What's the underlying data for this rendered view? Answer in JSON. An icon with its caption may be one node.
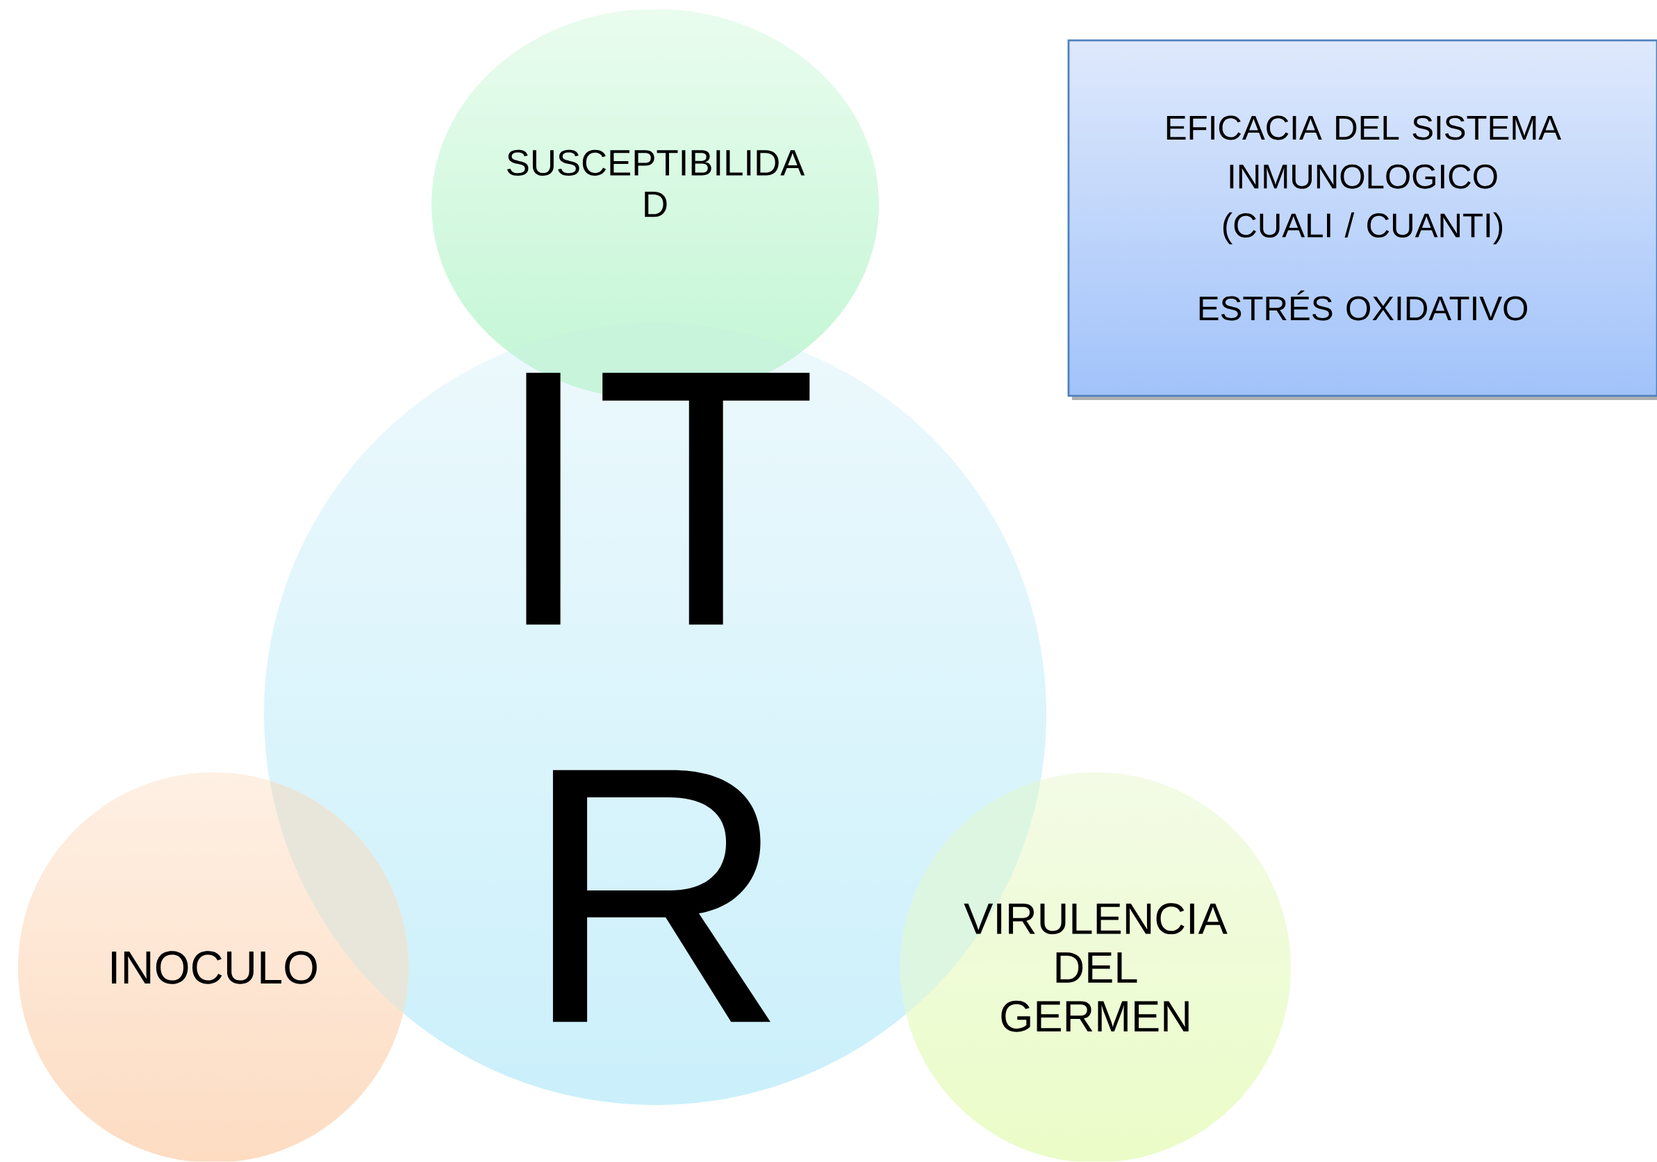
{
  "diagram": {
    "nodes": [
      {
        "text": [
          "SUSCEPTIBILIDA D"
        ]
      },
      {
        "text": [
          "EFICACIA DEL SISTEMA INMUNOLOGICO (CUALI / CUANTI)",
          "ESTRÉS OXIDATIVO"
        ]
      },
      {
        "text": [
          "IT",
          "R"
        ]
      },
      {
        "text": [
          "INOCULO"
        ]
      },
      {
        "text": [
          "VIRULENCIA DEL GERMEN"
        ]
      }
    ],
    "edges": []
  }
}
